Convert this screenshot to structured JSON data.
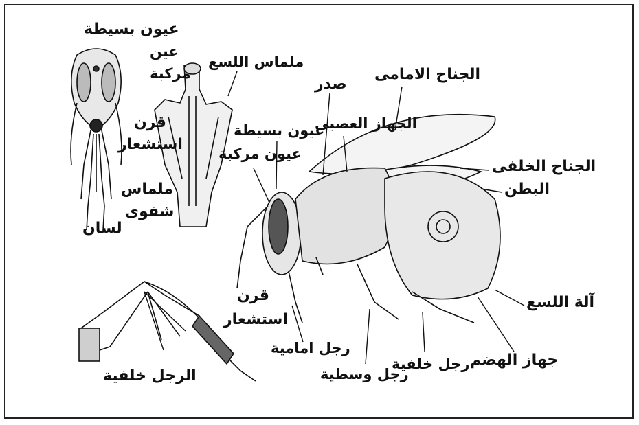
{
  "diagram": {
    "head_front": {
      "simple_eyes": "عيون بسيطة",
      "eye": "عين",
      "compound": "مركبة",
      "antenna_1": "قرن",
      "antenna_2": "استشعار",
      "labial_palp_1": "ملماس",
      "labial_palp_2": "شفوى",
      "tongue": "لسان"
    },
    "mouthparts": {
      "sting_palp": "ملماس اللسع"
    },
    "body": {
      "thorax": "صدر",
      "forewing": "الجناح الامامى",
      "nervous_system": "الجهاز العصبى",
      "simple_eyes": "عيون بسيطة",
      "compound_eyes": "عيون مركبة",
      "hindwing": "الجناح الخلفى",
      "abdomen": "البطن",
      "antenna_1": "قرن",
      "antenna_2": "استشعار",
      "front_leg": "رجل امامية",
      "middle_leg": "رجل وسطية",
      "hind_leg": "رجل خلفية",
      "digestive_system": "جهاز الهضم",
      "sting": "آلة اللسع"
    },
    "leg_detail": {
      "hind_leg": "الرجل خلفية"
    }
  }
}
